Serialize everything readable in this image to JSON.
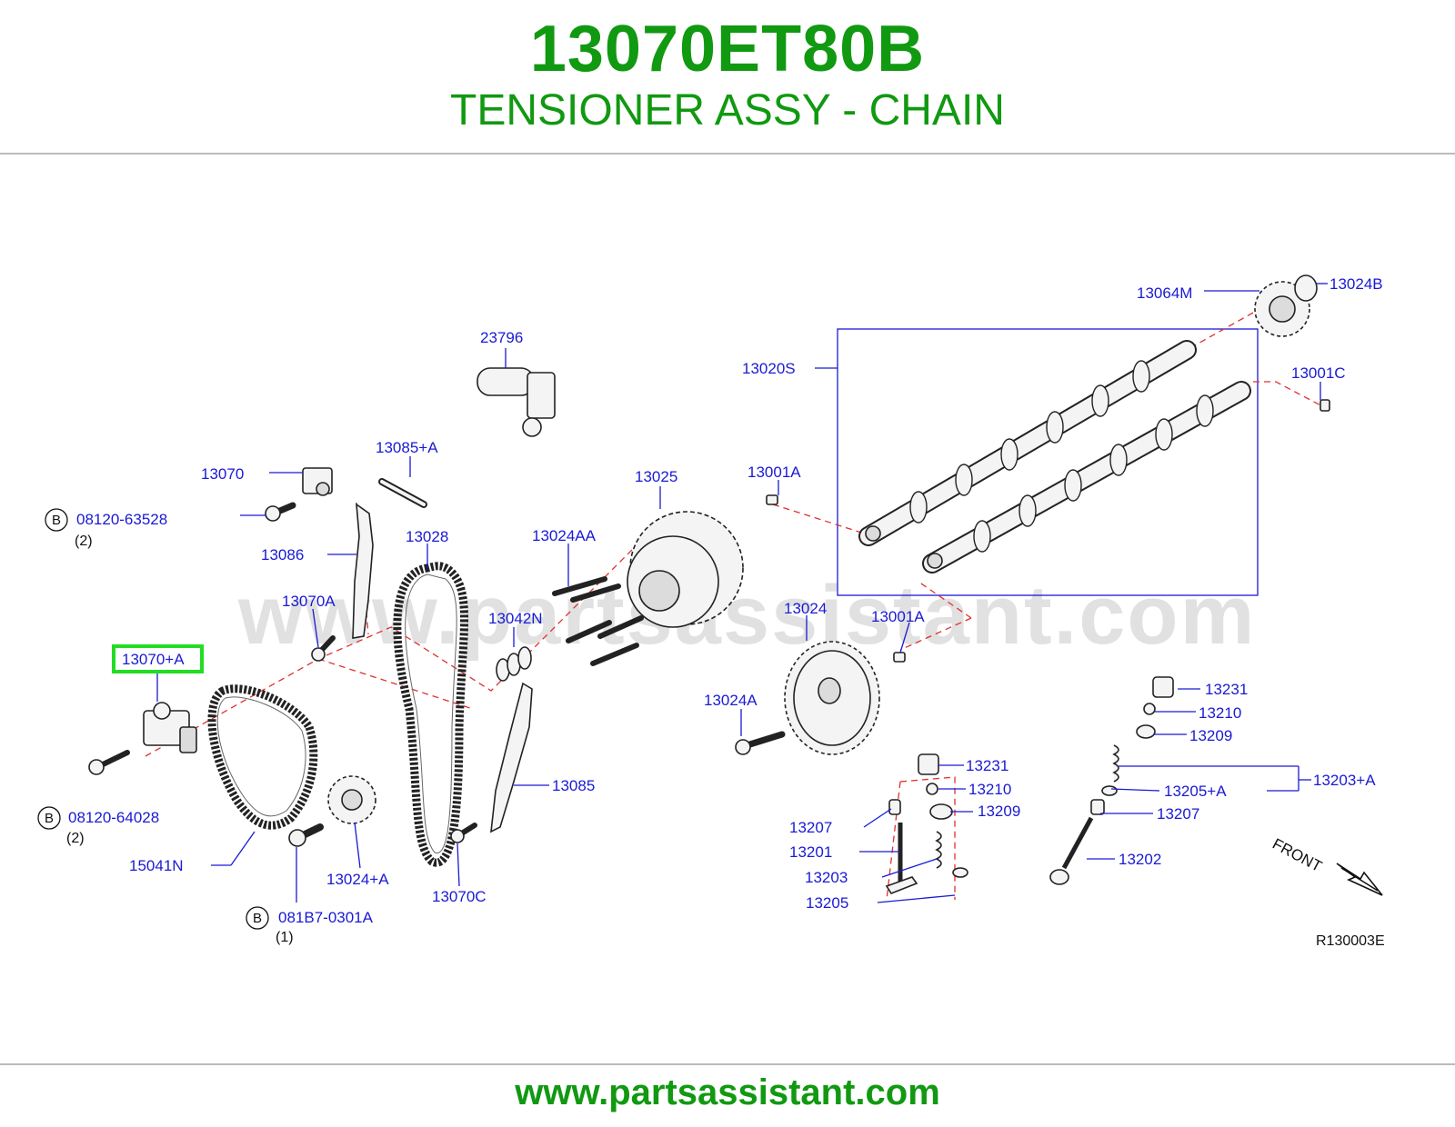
{
  "header": {
    "part_number": "13070ET80B",
    "part_name": "TENSIONER ASSY - CHAIN"
  },
  "diagram": {
    "watermark": "www.partsassistant.com",
    "diagram_code": "R130003E",
    "front_label": "FRONT",
    "bolt_marker": "B",
    "highlighted_label": "13070+A",
    "labels": {
      "p23796": "23796",
      "p13064M": "13064M",
      "p13024B": "13024B",
      "p13020S": "13020S",
      "p13001C": "13001C",
      "p13085A": "13085+A",
      "p13070": "13070",
      "b1_num": "08120-63528",
      "b1_qty": "(2)",
      "p13025": "13025",
      "p13001A_1": "13001A",
      "p13086": "13086",
      "p13028": "13028",
      "p13024AA": "13024AA",
      "p13070A": "13070A",
      "p13042N": "13042N",
      "p13024": "13024",
      "p13001A_2": "13001A",
      "p13024A": "13024A",
      "p13231_1": "13231",
      "p13210_1": "13210",
      "p13209_1": "13209",
      "p13203A": "13203+A",
      "p13205A": "13205+A",
      "p13207_1": "13207",
      "p13231_2": "13231",
      "p13210_2": "13210",
      "p13209_2": "13209",
      "p13085": "13085",
      "b2_num": "08120-64028",
      "b2_qty": "(2)",
      "p13207_2": "13207",
      "p13201": "13201",
      "p13203": "13203",
      "p13205": "13205",
      "p13202": "13202",
      "p15041N": "15041N",
      "p13024A_plus": "13024+A",
      "p13070C": "13070C",
      "b3_num": "081B7-0301A",
      "b3_qty": "(1)"
    }
  },
  "footer": {
    "url": "www.partsassistant.com"
  },
  "colors": {
    "brand_green": "#119911",
    "label_blue": "#1a1ad4",
    "highlight_green": "#22dd22",
    "dashed_red": "#e03030"
  }
}
